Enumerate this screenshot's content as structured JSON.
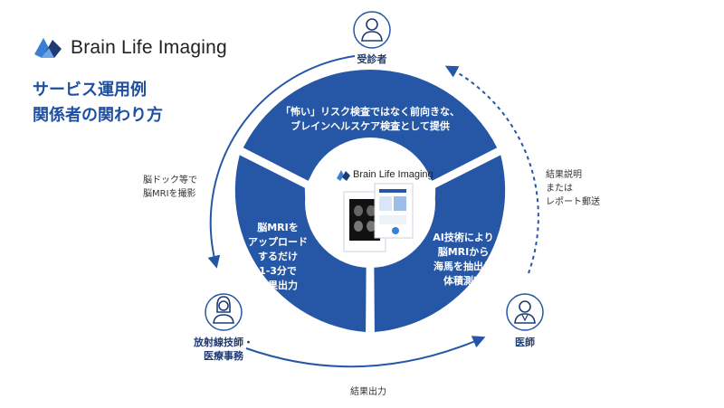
{
  "brand": {
    "name": "Brain Life Imaging"
  },
  "title": {
    "line1": "サービス運用例",
    "line2": "関係者の関わり方"
  },
  "roles": {
    "examinee": "受診者",
    "radiographer_line1": "放射線技師・",
    "radiographer_line2": "医療事務",
    "doctor": "医師"
  },
  "segments": {
    "top_line1": "「怖い」リスク検査ではなく前向きな、",
    "top_line2": "ブレインヘルスケア検査として提供",
    "left_line1": "脳MRIを",
    "left_line2": "アップロード",
    "left_line3": "するだけ",
    "left_line4": "1-3分で",
    "left_line5": "結果出力",
    "right_line1": "AI技術により",
    "right_line2": "脳MRIから",
    "right_line3": "海馬を抽出し",
    "right_line4": "体積測定"
  },
  "arrows": {
    "left_line1": "脳ドック等で",
    "left_line2": "脳MRIを撮影",
    "right_line1": "結果説明",
    "right_line2": "または",
    "right_line3": "レポート郵送",
    "bottom": "結果出力"
  },
  "center": {
    "brand": "Brain Life Imaging"
  },
  "colors": {
    "primary": "#2657a6",
    "dark": "#1f3b73",
    "light": "#d9e6f7"
  }
}
